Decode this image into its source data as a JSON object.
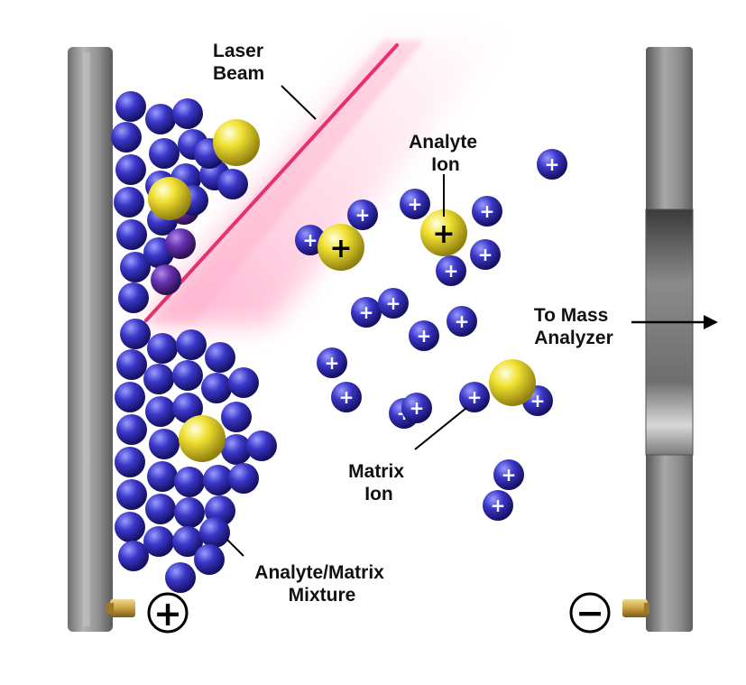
{
  "labels": {
    "laser_beam": [
      "Laser",
      "Beam"
    ],
    "analyte_ion": [
      "Analyte",
      "Ion"
    ],
    "to_mass_analyzer": [
      "To Mass",
      "Analyzer"
    ],
    "matrix_ion": [
      "Matrix",
      "Ion"
    ],
    "mixture": [
      "Analyte/Matrix",
      "Mixture"
    ]
  },
  "ion_charge_symbol": "+",
  "positive_terminal_symbol": "+",
  "negative_terminal_symbol": "−",
  "colors": {
    "matrix_molecule": "#3a36c8",
    "analyte_molecule": "#f0e030",
    "laser": "#e8306a",
    "electrode": "#8a8a8a",
    "connector": "#c8a040"
  },
  "icons": [
    "positive-terminal-icon",
    "negative-terminal-icon",
    "arrow-right-icon"
  ]
}
